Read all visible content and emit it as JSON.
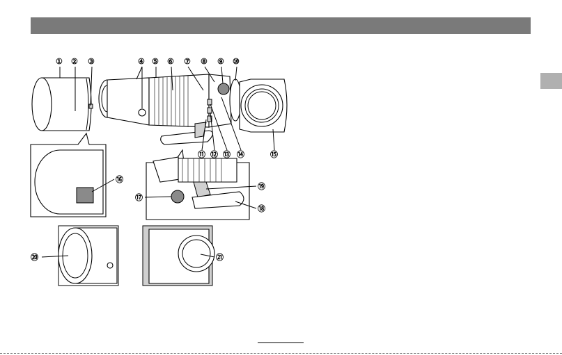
{
  "page": {
    "header_bar_color": "#7a7a7a",
    "side_tab_color": "#b0b0b0"
  },
  "figure": {
    "callouts": [
      {
        "id": 1,
        "symbol": "①"
      },
      {
        "id": 2,
        "symbol": "②"
      },
      {
        "id": 3,
        "symbol": "③"
      },
      {
        "id": 4,
        "symbol": "④"
      },
      {
        "id": 5,
        "symbol": "⑤"
      },
      {
        "id": 6,
        "symbol": "⑥"
      },
      {
        "id": 7,
        "symbol": "⑦"
      },
      {
        "id": 8,
        "symbol": "⑧"
      },
      {
        "id": 9,
        "symbol": "⑨"
      },
      {
        "id": 10,
        "symbol": "⑩"
      },
      {
        "id": 11,
        "symbol": "⑪"
      },
      {
        "id": 12,
        "symbol": "⑫"
      },
      {
        "id": 13,
        "symbol": "⑬"
      },
      {
        "id": 14,
        "symbol": "⑭"
      },
      {
        "id": 15,
        "symbol": "⑮"
      },
      {
        "id": 16,
        "symbol": "⑯"
      },
      {
        "id": 17,
        "symbol": "⑰"
      },
      {
        "id": 18,
        "symbol": "⑱"
      },
      {
        "id": 19,
        "symbol": "⑲"
      },
      {
        "id": 20,
        "symbol": "⑳"
      },
      {
        "id": 21,
        "symbol": "㉑"
      }
    ]
  }
}
